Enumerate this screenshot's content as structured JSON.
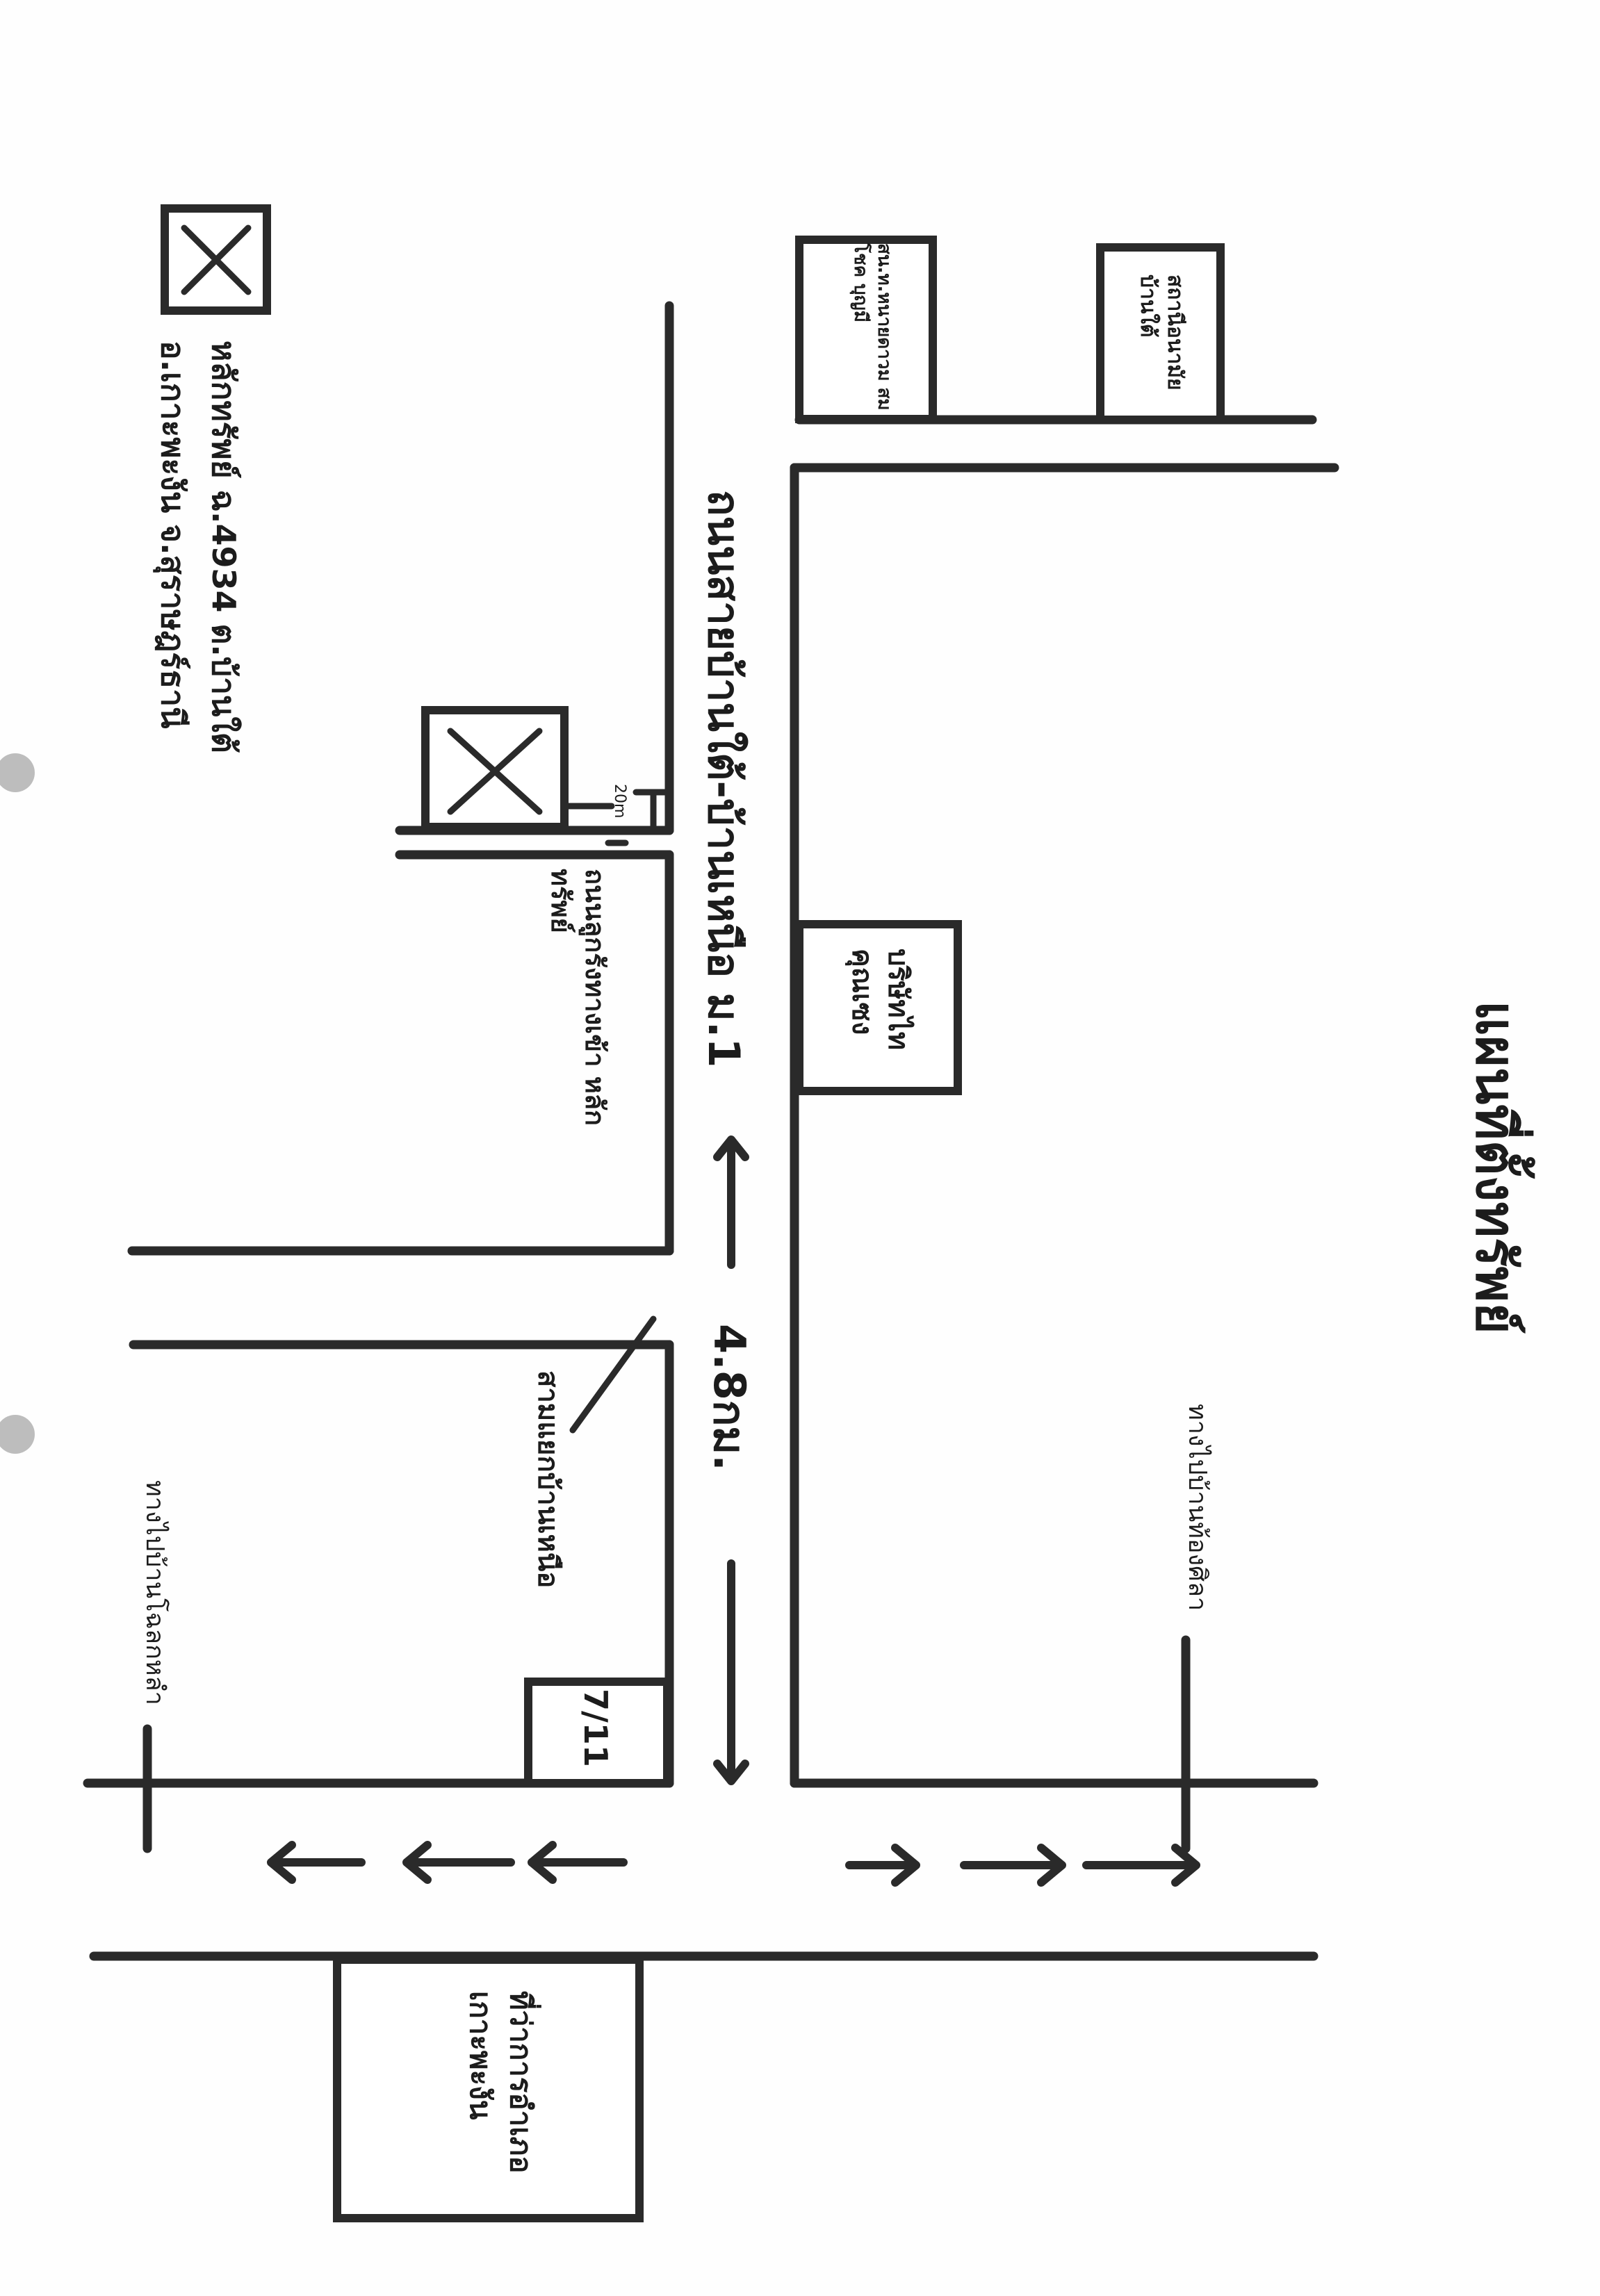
{
  "map": {
    "title": "แผนที่ตั้งทรัพย์",
    "main_road": "ถนนสายบ้านใต้-บ้านเหนือ ม.1",
    "distance": "4.8กม.",
    "short_distance": "20m",
    "access_road": "ถนนลูกรังทางเข้า หลักทรัพย์",
    "junction": "สามแยกบ้านเหนือ",
    "to_salad": "ทางไปบ้านโฉลกหลำ",
    "to_thongsala": "ทางไปบ้านท้องศิลา",
    "legend_line1": "หลักทรัพย์ ฉ.4934 ต.บ้านใต้",
    "legend_line2": "อ.เกาะพะงัน จ.สุราษฎร์ธานี",
    "landmarks": {
      "seven_eleven": "7/11",
      "company": "บริษัทไท คุณเซง",
      "district_office_line1": "ที่ว่าการอำเภอ",
      "district_office_line2": "เกาะพะงัน",
      "school": "สถานีอนามัย บ้านใต้",
      "bank": "สน.ท.หนายดาวม สม โชค บุญมี"
    },
    "colors": {
      "ink": "#2a2a2a",
      "paper": "#fefefe"
    }
  }
}
